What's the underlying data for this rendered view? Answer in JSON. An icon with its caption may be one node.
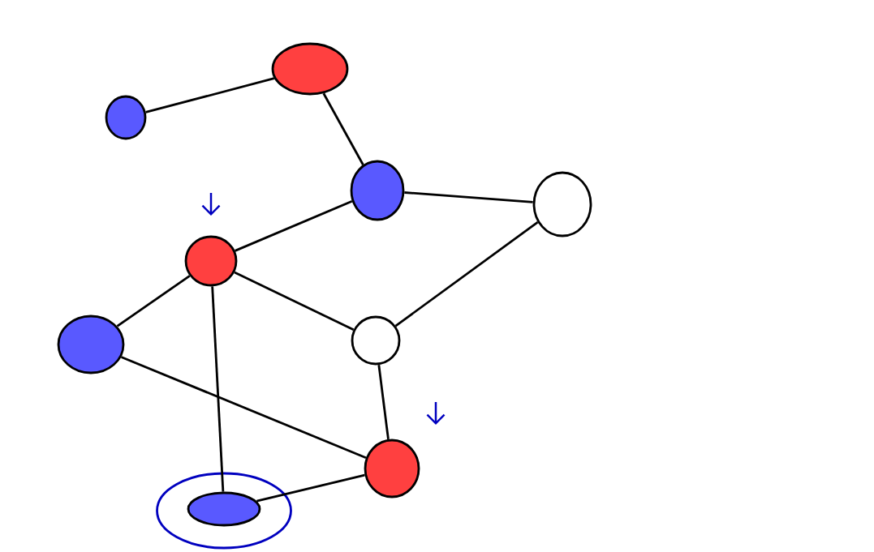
{
  "diagram": {
    "nodes": [
      {
        "text": [],
        "shape": "circle"
      },
      {
        "text": [],
        "shape": "circle"
      },
      {
        "text": [],
        "shape": "circle"
      },
      {
        "text": [],
        "shape": "circle"
      },
      {
        "text": [],
        "shape": "circle"
      },
      {
        "text": [],
        "shape": "circle"
      },
      {
        "text": [],
        "shape": "circle"
      },
      {
        "text": [],
        "shape": "circle"
      },
      {
        "text": [],
        "shape": "circle"
      },
      {
        "text": [],
        "shape": "circle",
        "in": 8
      }
    ],
    "edges": [
      {
        "from": 1,
        "to": 0,
        "arrow": "none"
      },
      {
        "from": 0,
        "to": 2,
        "arrow": "none"
      },
      {
        "from": 2,
        "to": 3,
        "arrow": "none"
      },
      {
        "from": 4,
        "to": 2,
        "arrow": "none"
      },
      {
        "from": 4,
        "to": 5,
        "arrow": "none"
      },
      {
        "from": 4,
        "to": 6,
        "arrow": "none"
      },
      {
        "from": 3,
        "to": 6,
        "arrow": "none"
      },
      {
        "from": 6,
        "to": 7,
        "arrow": "none"
      },
      {
        "from": 5,
        "to": 7,
        "arrow": "none"
      },
      {
        "from": 4,
        "to": 9,
        "arrow": "none"
      },
      {
        "from": 9,
        "to": 7,
        "arrow": "none"
      }
    ]
  }
}
